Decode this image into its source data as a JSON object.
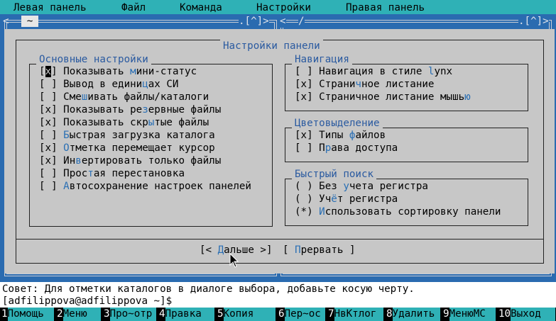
{
  "menubar": {
    "items": [
      "Левая панель",
      "Файл",
      "Команда",
      "Настройки",
      "Правая панель"
    ]
  },
  "panels": {
    "left_path": "~",
    "left_controls": ".[^]>",
    "right_path": "/",
    "right_controls": ".[^]>"
  },
  "dialog": {
    "title": "Настройки панели",
    "main_settings": {
      "title": "Основные настройки",
      "options": [
        {
          "mark": "[x]",
          "hot_prefix": "Показывать ",
          "hot": "м",
          "rest": "ини-статус",
          "focused": true
        },
        {
          "mark": "[ ]",
          "hot_prefix": "Вывод в едини",
          "hot": "ц",
          "rest": "ах СИ"
        },
        {
          "mark": "[ ]",
          "hot_prefix": "Сме",
          "hot": "ш",
          "rest": "ивать файлы/каталоги"
        },
        {
          "mark": "[x]",
          "hot_prefix": "Показывать ре",
          "hot": "з",
          "rest": "ервные файлы"
        },
        {
          "mark": "[x]",
          "hot_prefix": "Показывать скр",
          "hot": "ы",
          "rest": "тые файлы"
        },
        {
          "mark": "[ ]",
          "hot_prefix": "",
          "hot": "Б",
          "rest": "ыстрая загрузка каталога"
        },
        {
          "mark": "[x]",
          "hot_prefix": "",
          "hot": "О",
          "rest": "тметка перемещает курсор"
        },
        {
          "mark": "[x]",
          "hot_prefix": "Ин",
          "hot": "в",
          "rest": "ертировать только файлы"
        },
        {
          "mark": "[ ]",
          "hot_prefix": "Прос",
          "hot": "т",
          "rest": "ая перестановка"
        },
        {
          "mark": "[ ]",
          "hot_prefix": "",
          "hot": "А",
          "rest": "втосохранение настроек панелей"
        }
      ]
    },
    "navigation": {
      "title": "Навигация",
      "options": [
        {
          "mark": "[ ]",
          "hot_prefix": "Навигация в стиле ",
          "hot": "l",
          "rest": "ynx"
        },
        {
          "mark": "[x]",
          "hot_prefix": "Страни",
          "hot": "ч",
          "rest": "ное листание"
        },
        {
          "mark": "[x]",
          "hot_prefix": "Страничное листание мышь",
          "hot": "ю",
          "rest": ""
        }
      ]
    },
    "highlight": {
      "title": "Цветовыделение",
      "options": [
        {
          "mark": "[x]",
          "hot_prefix": "Типы ",
          "hot": "ф",
          "rest": "айлов"
        },
        {
          "mark": "[ ]",
          "hot_prefix": "П",
          "hot": "р",
          "rest": "ава доступа"
        }
      ]
    },
    "quick_search": {
      "title": "Быстрый поиск",
      "options": [
        {
          "mark": "( )",
          "hot_prefix": "Без ",
          "hot": "у",
          "rest": "чета регистра"
        },
        {
          "mark": "( )",
          "hot_prefix": "Уч",
          "hot": "ё",
          "rest": "т регистра"
        },
        {
          "mark": "(*)",
          "hot_prefix": "",
          "hot": "И",
          "rest": "спользовать сортировку панели"
        }
      ]
    },
    "buttons": {
      "next_open": "[< ",
      "next_hot": "Д",
      "next_rest": "альше >]",
      "abort_open": "[ ",
      "abort_hot": "П",
      "abort_rest": "рервать ]"
    }
  },
  "hint": "Совет: Для отметки каталогов в диалоге выбора, добавьте косую черту.",
  "prompt": "[adfilippova@adfilippova ~]$",
  "fkeys": [
    {
      "num": "1",
      "label": "Помощь"
    },
    {
      "num": "2",
      "label": "Меню"
    },
    {
      "num": "3",
      "label": "Про~отр"
    },
    {
      "num": "4",
      "label": "Правка"
    },
    {
      "num": "5",
      "label": "Копия"
    },
    {
      "num": "6",
      "label": "Пер~ос"
    },
    {
      "num": "7",
      "label": "НвКтлог"
    },
    {
      "num": "8",
      "label": "Удалить"
    },
    {
      "num": "9",
      "label": "МенюМС"
    },
    {
      "num": "10",
      "label": "Выход"
    }
  ],
  "colors": {
    "menubar_bg": "#2fb1b6",
    "panel_bg": "#2a6bb0",
    "dialog_bg": "#c7c7c7",
    "hotkey": "#2a6fb4",
    "fkey_label_bg": "#2fb1b6"
  }
}
